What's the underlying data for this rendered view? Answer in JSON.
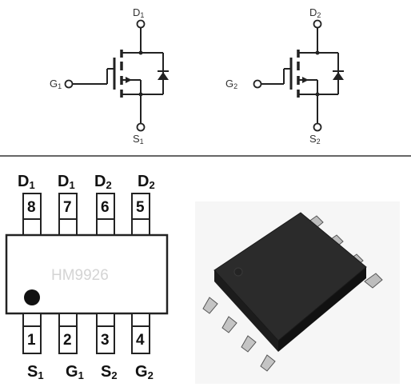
{
  "schematic": {
    "mosfet1": {
      "drain": "D",
      "drain_sub": "1",
      "gate": "G",
      "gate_sub": "1",
      "source": "S",
      "source_sub": "1"
    },
    "mosfet2": {
      "drain": "D",
      "drain_sub": "2",
      "gate": "G",
      "gate_sub": "2",
      "source": "S",
      "source_sub": "2"
    }
  },
  "package": {
    "marking": "HM9926",
    "top_pins": [
      {
        "number": "8",
        "label": "D",
        "sub": "1"
      },
      {
        "number": "7",
        "label": "D",
        "sub": "1"
      },
      {
        "number": "6",
        "label": "D",
        "sub": "2"
      },
      {
        "number": "5",
        "label": "D",
        "sub": "2"
      }
    ],
    "bottom_pins": [
      {
        "number": "1",
        "label": "S",
        "sub": "1"
      },
      {
        "number": "2",
        "label": "G",
        "sub": "1"
      },
      {
        "number": "3",
        "label": "S",
        "sub": "2"
      },
      {
        "number": "4",
        "label": "G",
        "sub": "2"
      }
    ]
  },
  "colors": {
    "line": "#222222",
    "chip_body": "#2b2b2b",
    "divider": "#333333"
  }
}
